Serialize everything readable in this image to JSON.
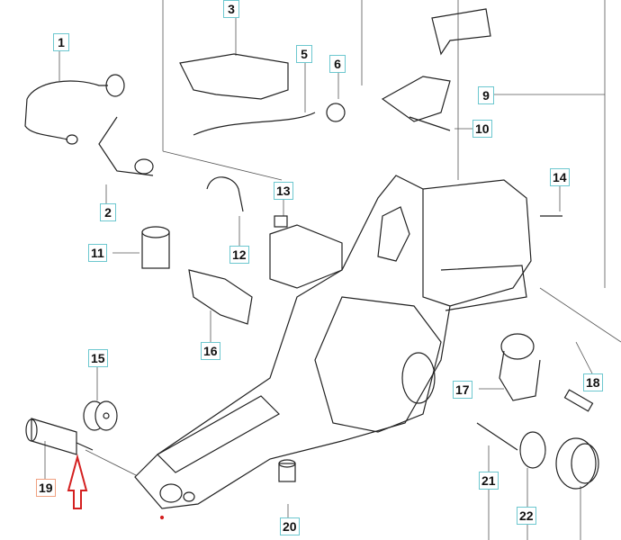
{
  "diagram": {
    "labels": [
      {
        "id": "1",
        "text": "1"
      },
      {
        "id": "2",
        "text": "2"
      },
      {
        "id": "3",
        "text": "3"
      },
      {
        "id": "5",
        "text": "5"
      },
      {
        "id": "6",
        "text": "6"
      },
      {
        "id": "9",
        "text": "9"
      },
      {
        "id": "10",
        "text": "10"
      },
      {
        "id": "11",
        "text": "11"
      },
      {
        "id": "12",
        "text": "12"
      },
      {
        "id": "13",
        "text": "13"
      },
      {
        "id": "14",
        "text": "14"
      },
      {
        "id": "15",
        "text": "15"
      },
      {
        "id": "16",
        "text": "16"
      },
      {
        "id": "17",
        "text": "17"
      },
      {
        "id": "18",
        "text": "18"
      },
      {
        "id": "19",
        "text": "19"
      },
      {
        "id": "20",
        "text": "20"
      },
      {
        "id": "21",
        "text": "21"
      },
      {
        "id": "22",
        "text": "22"
      }
    ],
    "highlight_label": "19",
    "label_border_color": "#6cc7cf",
    "highlight_border_color": "#f0a080",
    "arrow_color": "#d42020"
  }
}
